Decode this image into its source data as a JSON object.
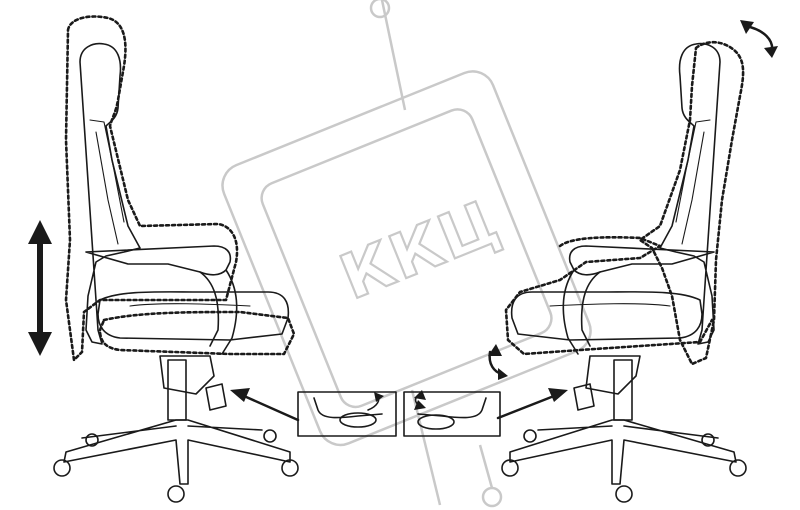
{
  "watermark": {
    "text": "ККЦ",
    "color": "#c9c9c9"
  },
  "colors": {
    "ink": "#1a1a1a",
    "background": "#ffffff"
  },
  "icons": {
    "height_adjust_arrow": "double-arrow-vertical",
    "lever_pointer_left": "arrow-right",
    "lever_pointer_right": "arrow-left",
    "tilt_headrest": "curved-double-arrow",
    "tilt_seat": "curved-double-arrow",
    "lever_up": "curved-arrow-up",
    "lever_swing": "curved-double-arrow"
  }
}
